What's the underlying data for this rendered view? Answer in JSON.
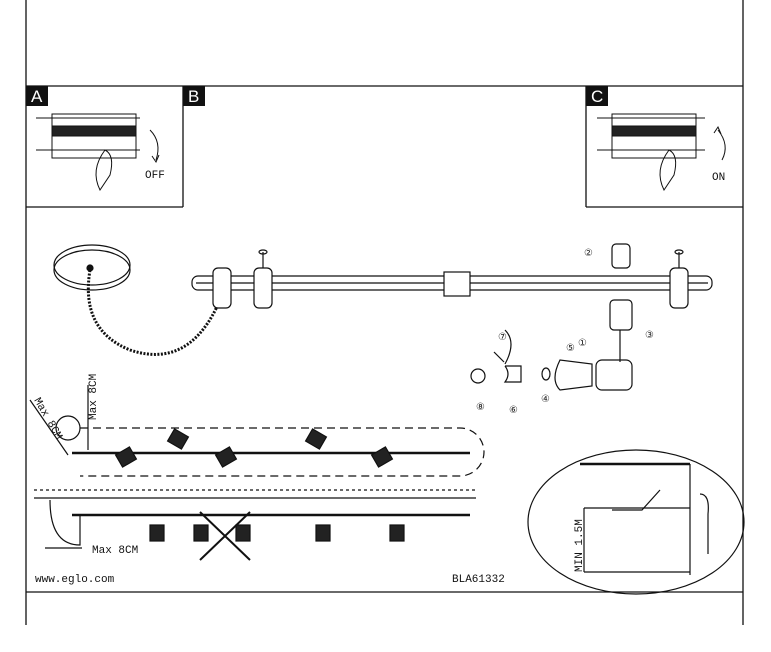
{
  "panels": {
    "a": "A",
    "b": "B",
    "c": "C"
  },
  "switch": {
    "off": "OFF",
    "on": "ON"
  },
  "steps": [
    "①",
    "②",
    "③",
    "④",
    "⑤",
    "⑥",
    "⑦",
    "⑧"
  ],
  "dimensions": {
    "max1": "Max 8CM",
    "max2": "Max 8CM",
    "max3": "Max 8CM",
    "min_height": "MIN 1.5M"
  },
  "footer": {
    "website": "www.eglo.com",
    "code": "BLA61332"
  },
  "colors": {
    "line": "#111111",
    "background": "#ffffff"
  }
}
